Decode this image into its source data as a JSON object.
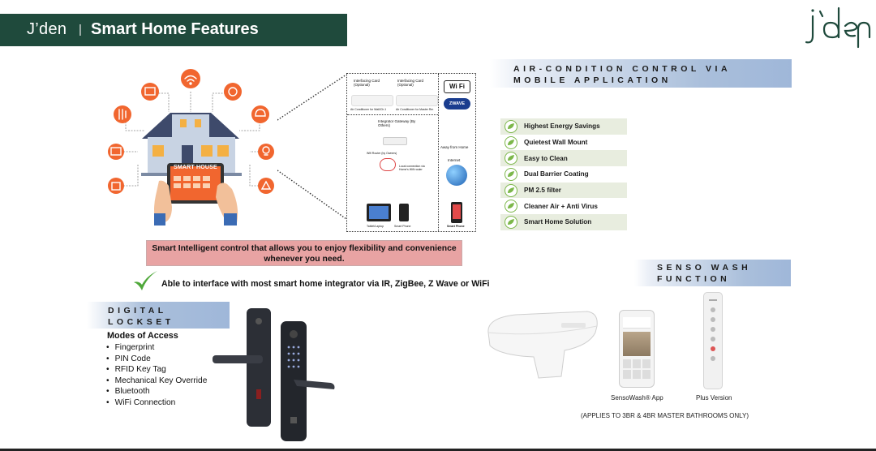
{
  "header": {
    "brand": "J’den",
    "separator": "|",
    "title": "Smart Home Features",
    "logo_text": "j'den"
  },
  "colors": {
    "title_bar": "#1f4a3c",
    "banner_blue": "#9fb7d9",
    "leaf_green": "#7cb74a",
    "callout_pink": "#e8a3a3"
  },
  "aircon": {
    "banner": "AIR-CONDITION CONTROL VIA MOBILE APPLICATION",
    "features": [
      "Highest Energy Savings",
      "Quietest Wall Mount",
      "Easy to Clean",
      "Dual Barrier Coating",
      "PM 2.5 filter",
      "Cleaner Air + Anti Virus",
      "Smart Home Solution"
    ]
  },
  "smart_house": {
    "tablet_label": "SMART HOUSE",
    "callout": "Smart Intelligent control that allows you to enjoy flexibility and convenience whenever you need.",
    "interface_text": "Able to interface with most smart home integrator via IR, ZigBee, Z Wave or WiFi"
  },
  "diagram": {
    "card1": "Interfacing Card (Optional)",
    "card2": "Interfacing Card (Optional)",
    "ac1": "Air Conditioner for Wall/Ch.1",
    "ac2": "Air Conditioner for Master Rm",
    "wifi_badge": "Wi Fi",
    "zwave_badge": "ZWAVE",
    "gateway": "Integrator Gateway (By Others)",
    "router": "Wifi Router (by Owners)",
    "local": "Local connection via Home's Wifi router",
    "away": "Away from Home",
    "internet": "Internet",
    "tablet": "Tablet/Laptop",
    "smartphone": "Smart Phone",
    "smartphone2": "Smart Phone"
  },
  "lockset": {
    "banner": "DIGITAL LOCKSET",
    "modes_title": "Modes of Access",
    "modes": [
      "Fingerprint",
      "PIN Code",
      "RFID Key Tag",
      "Mechanical Key Override",
      "Bluetooth",
      "WiFi Connection"
    ]
  },
  "senso": {
    "banner": "SENSO WASH FUNCTION",
    "app_caption": "SensoWash® App",
    "plus_caption": "Plus Version",
    "applies": "(APPLIES TO 3BR & 4BR MASTER BATHROOMS ONLY)"
  }
}
